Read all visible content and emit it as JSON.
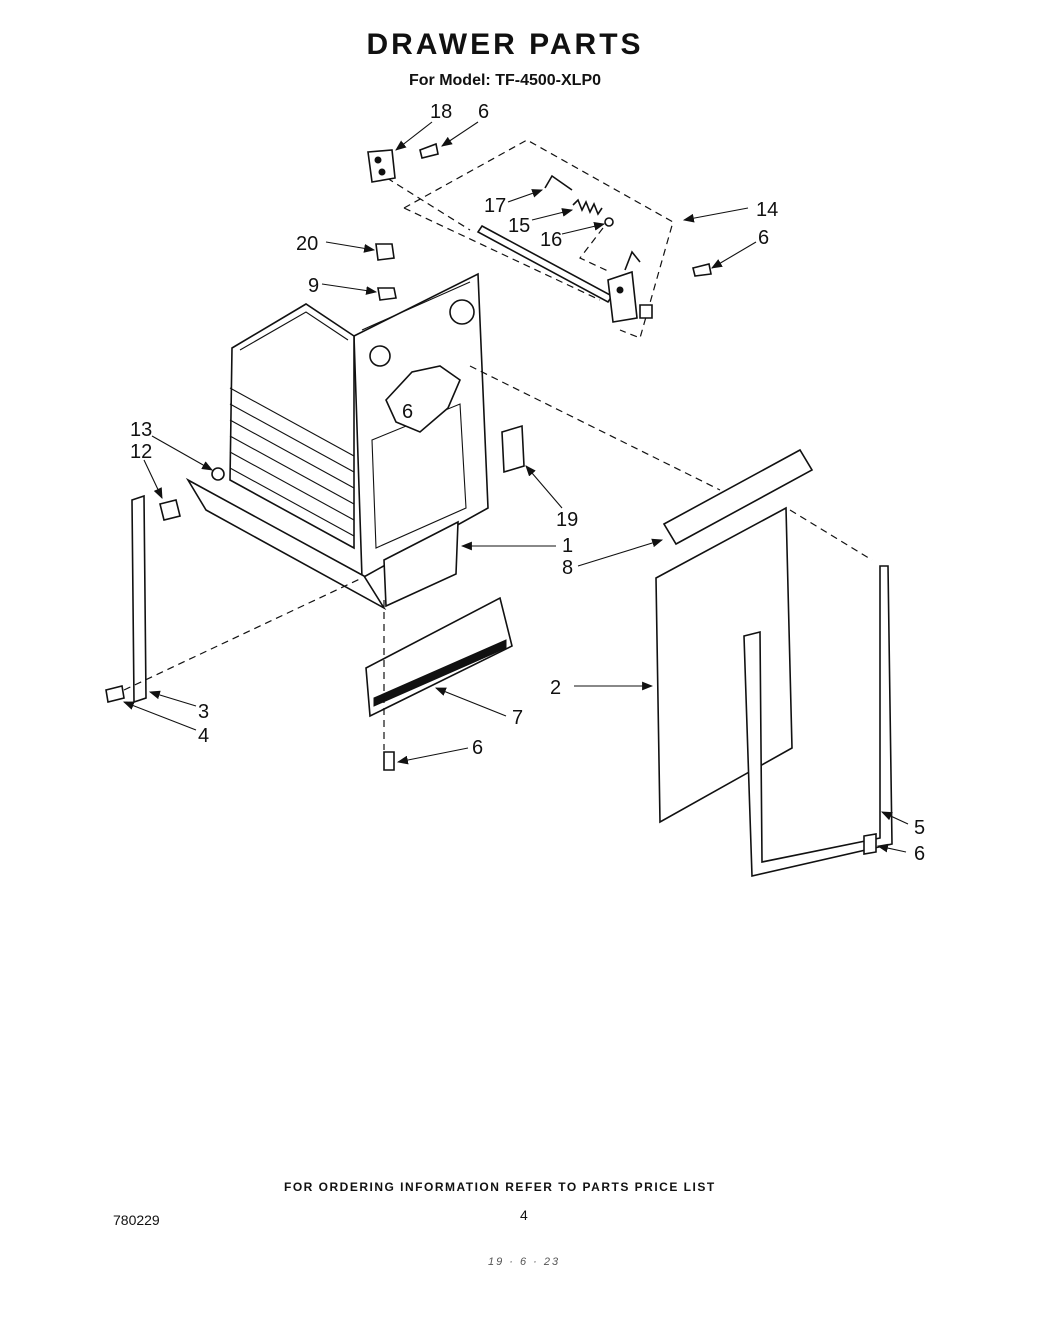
{
  "header": {
    "title": "DRAWER PARTS",
    "subtitle": "For Model: TF-4500-XLP0"
  },
  "callouts": {
    "c18": "18",
    "c6a": "6",
    "c17": "17",
    "c14": "14",
    "c15": "15",
    "c16": "16",
    "c6b": "6",
    "c20": "20",
    "c9": "9",
    "c6c": "6",
    "c13": "13",
    "c12": "12",
    "c19": "19",
    "c1": "1",
    "c8": "8",
    "c2": "2",
    "c3": "3",
    "c4": "4",
    "c7": "7",
    "c6d": "6",
    "c5": "5",
    "c6e": "6"
  },
  "footer": {
    "ordering_note": "FOR ORDERING INFORMATION REFER TO PARTS PRICE LIST",
    "doc_code": "780229",
    "page_number": "4",
    "stamp": "19 · 6 · 23"
  }
}
